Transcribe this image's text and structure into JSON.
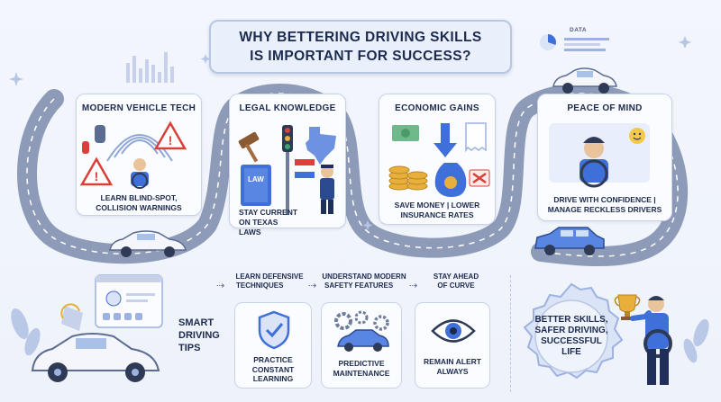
{
  "title": {
    "line1": "WHY BETTERING DRIVING SKILLS",
    "line2": "IS IMPORTANT FOR SUCCESS?"
  },
  "data_widget": {
    "label": "DATA"
  },
  "cards": [
    {
      "title": "MODERN VEHICLE TECH",
      "caption1": "LEARN BLIND-SPOT,",
      "caption2": "COLLISION WARNINGS"
    },
    {
      "title": "LEGAL KNOWLEDGE",
      "sign": "LAW",
      "caption1": "STAY CURRENT",
      "caption2": "ON TEXAS LAWS"
    },
    {
      "title": "ECONOMIC GAINS",
      "caption1": "SAVE MONEY | LOWER",
      "caption2": "INSURANCE RATES"
    },
    {
      "title": "PEACE OF MIND",
      "caption1": "DRIVE WITH CONFIDENCE |",
      "caption2": "MANAGE RECKLESS DRIVERS"
    }
  ],
  "smart_tips": {
    "line1": "SMART",
    "line2": "DRIVING",
    "line3": "TIPS"
  },
  "flow": [
    {
      "line1": "LEARN DEFENSIVE",
      "line2": "TECHNIQUES"
    },
    {
      "line1": "UNDERSTAND MODERN",
      "line2": "SAFETY FEATURES"
    },
    {
      "line1": "STAY AHEAD",
      "line2": "OF CURVE"
    }
  ],
  "tips": [
    {
      "line1": "PRACTICE",
      "line2": "CONSTANT",
      "line3": "LEARNING"
    },
    {
      "line1": "PREDICTIVE",
      "line2": "MAINTENANCE"
    },
    {
      "line1": "REMAIN ALERT",
      "line2": "ALWAYS"
    }
  ],
  "badge": {
    "line1": "BETTER SKILLS,",
    "line2": "SAFER DRIVING,",
    "line3": "SUCCESSFUL",
    "line4": "LIFE"
  },
  "colors": {
    "road": "#8e9bb8",
    "road_edge": "#6f7d9c",
    "card_border": "#c9d3e8",
    "accent_blue": "#3f6fd8",
    "warning_red": "#d9403a",
    "gold": "#e8b03a"
  }
}
